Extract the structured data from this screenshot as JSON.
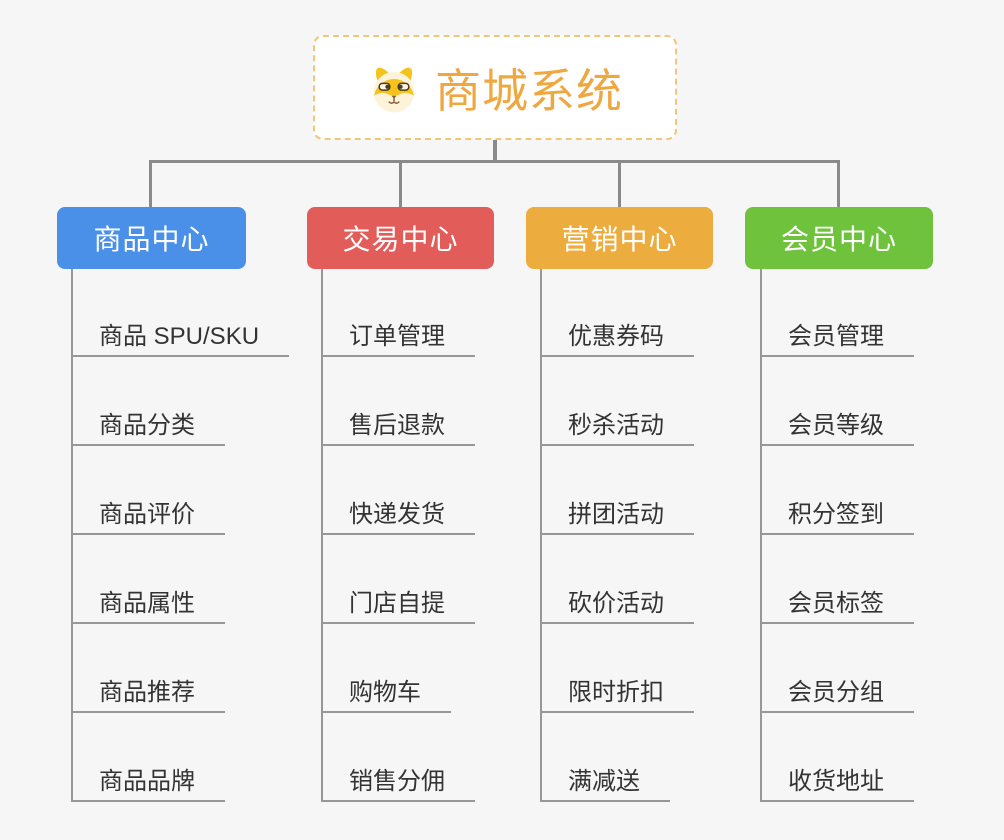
{
  "root": {
    "title": "商城系统",
    "icon": "dog-icon"
  },
  "branches": [
    {
      "label": "商品中心",
      "color": "#4A90E8",
      "items": [
        "商品 SPU/SKU",
        "商品分类",
        "商品评价",
        "商品属性",
        "商品推荐",
        "商品品牌"
      ]
    },
    {
      "label": "交易中心",
      "color": "#E25C5A",
      "items": [
        "订单管理",
        "售后退款",
        "快递发货",
        "门店自提",
        "购物车",
        "销售分佣"
      ]
    },
    {
      "label": "营销中心",
      "color": "#ECAC3E",
      "items": [
        "优惠券码",
        "秒杀活动",
        "拼团活动",
        "砍价活动",
        "限时折扣",
        "满减送"
      ]
    },
    {
      "label": "会员中心",
      "color": "#6EC23C",
      "items": [
        "会员管理",
        "会员等级",
        "积分签到",
        "会员标签",
        "会员分组",
        "收货地址"
      ]
    }
  ],
  "colors": {
    "line": "#8A8A8A",
    "underline": "#979797",
    "item_text": "#333333",
    "background": "#F5F6F5",
    "root_text": "#EFA73F",
    "root_border": "#F3C578"
  }
}
